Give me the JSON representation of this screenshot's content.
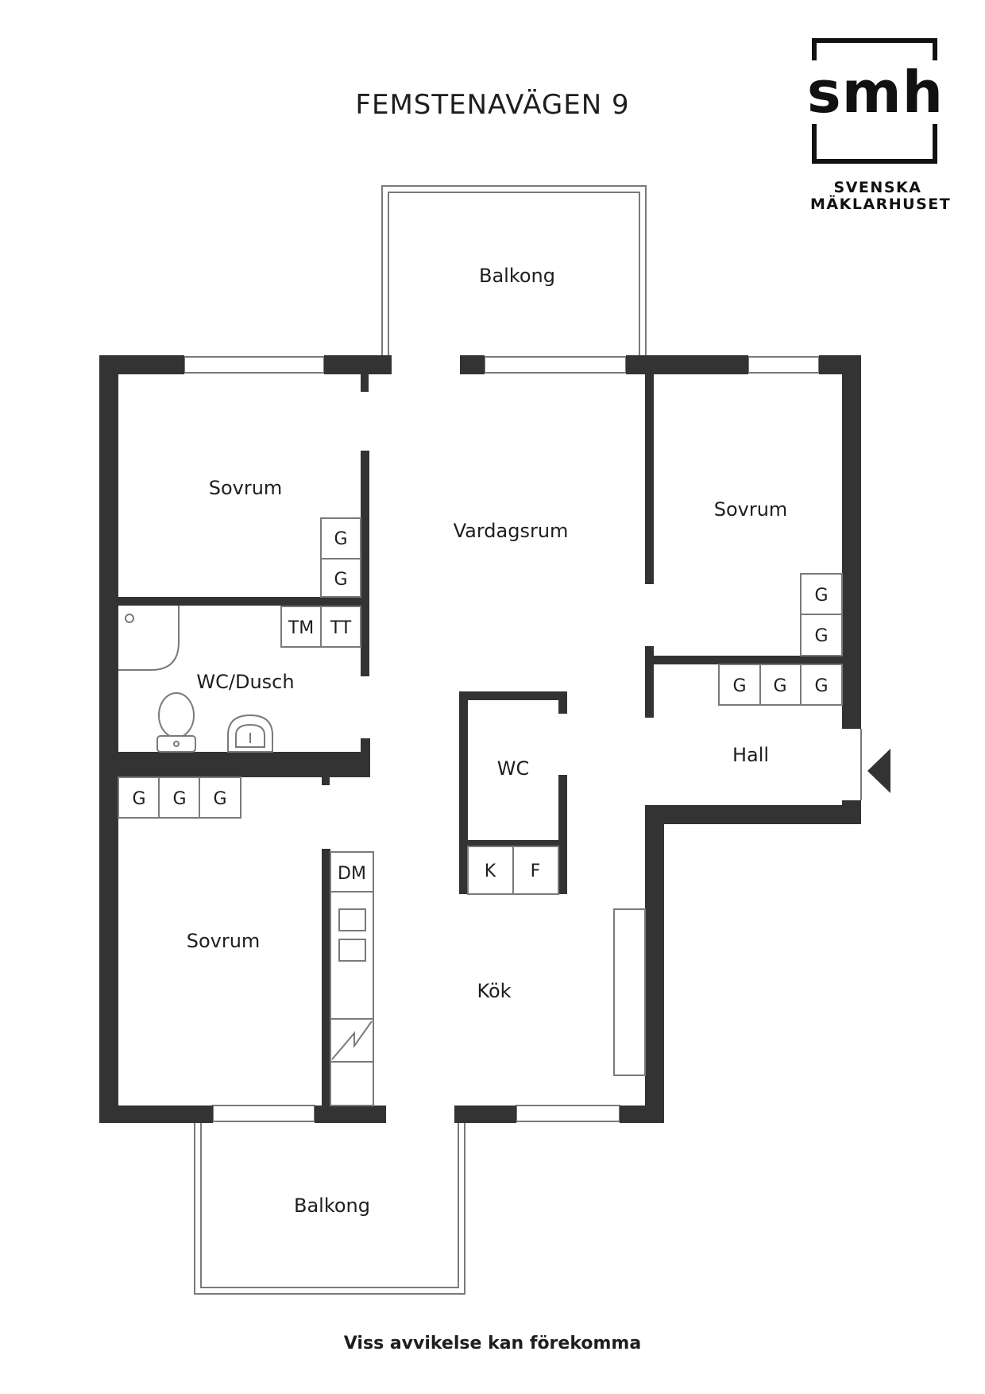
{
  "header": {
    "title": "FEMSTENAVÄGEN 9"
  },
  "logo": {
    "mark": "smh",
    "line1": "SVENSKA",
    "line2": "MÄKLARHUSET"
  },
  "rooms": {
    "balkong_top": "Balkong",
    "sovrum_top_left": "Sovrum",
    "vardagsrum": "Vardagsrum",
    "sovrum_right": "Sovrum",
    "wc_dusch": "WC/Dusch",
    "wc": "WC",
    "hall": "Hall",
    "sovrum_bottom_left": "Sovrum",
    "kok": "Kök",
    "balkong_bottom": "Balkong"
  },
  "fixtures": {
    "wardrobe": "G",
    "washer": "TM",
    "dryer": "TT",
    "dishwasher": "DM",
    "fridge": "K",
    "freezer": "F"
  },
  "footer": {
    "note": "Viss avvikelse kan förekomma"
  },
  "colors": {
    "wall": "#333333",
    "line": "#7a7a7a",
    "background": "#ffffff"
  }
}
